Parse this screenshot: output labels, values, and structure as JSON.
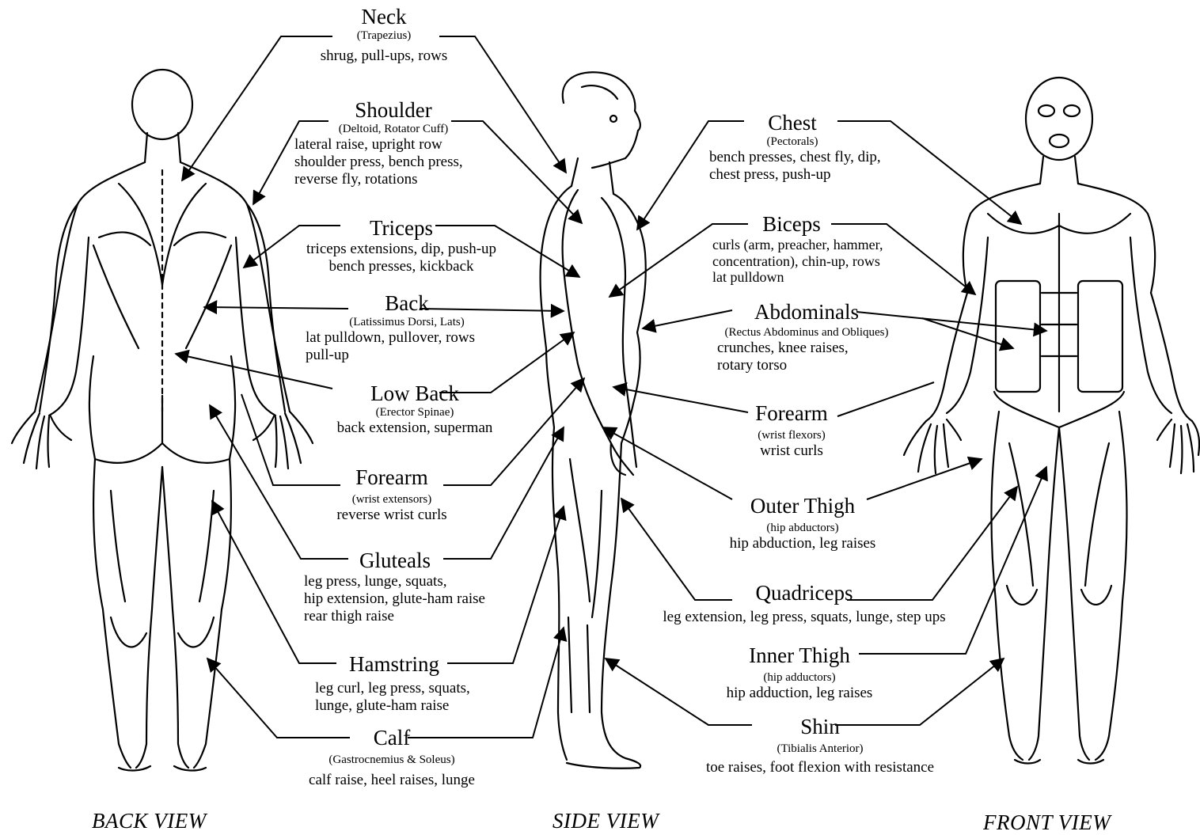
{
  "labels": {
    "neck": {
      "title": "Neck",
      "sub": "(Trapezius)",
      "ex": [
        "shrug, pull-ups, rows"
      ]
    },
    "shoulder": {
      "title": "Shoulder",
      "sub": "(Deltoid, Rotator Cuff)",
      "ex": [
        "lateral raise, upright row",
        "shoulder press, bench press,",
        "reverse fly, rotations"
      ]
    },
    "triceps": {
      "title": "Triceps",
      "sub": "",
      "ex": [
        "triceps extensions, dip, push-up",
        "bench presses, kickback"
      ]
    },
    "back": {
      "title": "Back",
      "sub": "(Latissimus Dorsi, Lats)",
      "ex": [
        "lat pulldown, pullover, rows",
        "pull-up"
      ]
    },
    "low_back": {
      "title": "Low Back",
      "sub": "(Erector Spinae)",
      "ex": [
        "back extension, superman"
      ]
    },
    "forearm_back": {
      "title": "Forearm",
      "sub": "(wrist extensors)",
      "ex": [
        "reverse wrist curls"
      ]
    },
    "gluteals": {
      "title": "Gluteals",
      "sub": "",
      "ex": [
        "leg press, lunge, squats,",
        "hip extension, glute-ham raise",
        "rear thigh raise"
      ]
    },
    "hamstring": {
      "title": "Hamstring",
      "sub": "",
      "ex": [
        "leg curl, leg press, squats,",
        "lunge, glute-ham raise"
      ]
    },
    "calf": {
      "title": "Calf",
      "sub": "(Gastrocnemius & Soleus)",
      "ex": [
        "calf raise, heel raises, lunge"
      ]
    },
    "chest": {
      "title": "Chest",
      "sub": "(Pectorals)",
      "ex": [
        "bench presses, chest fly, dip,",
        "chest press, push-up"
      ]
    },
    "biceps": {
      "title": "Biceps",
      "sub": "",
      "ex": [
        "curls (arm, preacher, hammer,",
        "concentration), chin-up, rows",
        "lat pulldown"
      ]
    },
    "abdominals": {
      "title": "Abdominals",
      "sub": "(Rectus Abdominus and Obliques)",
      "ex": [
        "crunches, knee raises,",
        "rotary torso"
      ]
    },
    "forearm_front": {
      "title": "Forearm",
      "sub": "(wrist flexors)",
      "ex": [
        "wrist curls"
      ]
    },
    "outer_thigh": {
      "title": "Outer Thigh",
      "sub": "(hip abductors)",
      "ex": [
        "hip abduction, leg raises"
      ]
    },
    "quadriceps": {
      "title": "Quadriceps",
      "sub": "",
      "ex": [
        "leg extension, leg press, squats, lunge, step ups"
      ]
    },
    "inner_thigh": {
      "title": "Inner Thigh",
      "sub": "(hip adductors)",
      "ex": [
        "hip adduction, leg raises"
      ]
    },
    "shin": {
      "title": "Shin",
      "sub": "(Tibialis Anterior)",
      "ex": [
        "toe raises, foot flexion with resistance"
      ]
    }
  },
  "views": {
    "back": "BACK VIEW",
    "side": "SIDE VIEW",
    "front": "FRONT VIEW"
  },
  "colors": {
    "ink": "#000000",
    "paper": "#ffffff"
  }
}
